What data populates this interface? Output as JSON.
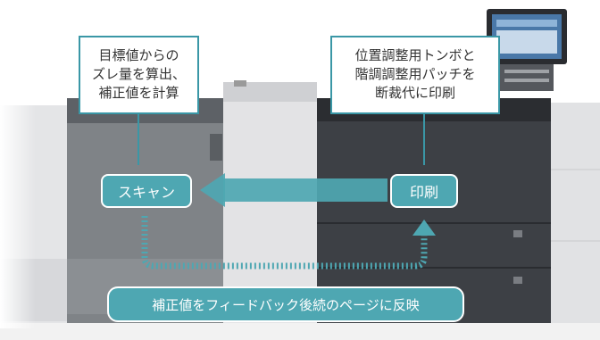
{
  "callouts": {
    "left": {
      "line1": "目標値からの",
      "line2": "ズレ量を算出、",
      "line3": "補正値を計算"
    },
    "right": {
      "line1": "位置調整用トンボと",
      "line2": "階調調整用パッチを",
      "line3": "断裁代に印刷"
    }
  },
  "nodes": {
    "scan_label": "スキャン",
    "print_label": "印刷"
  },
  "feedback_label": "補正値をフィードバック後続のページに反映",
  "colors": {
    "accent": "#4ea7b2",
    "callout_border": "#3a97a6",
    "machine_dark": "#3d4045",
    "machine_light": "#dcdde0"
  }
}
